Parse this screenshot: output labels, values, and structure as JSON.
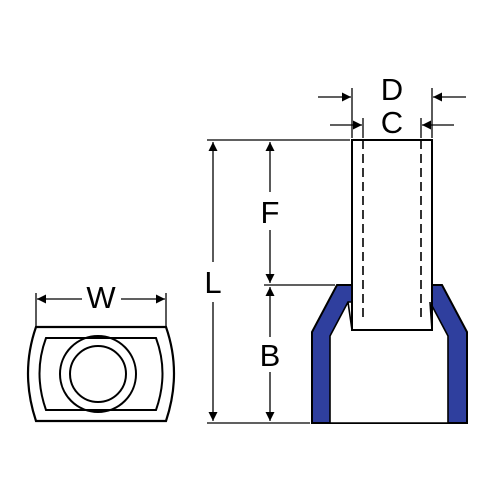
{
  "labels": {
    "D": "D",
    "C": "C",
    "F": "F",
    "L": "L",
    "B": "B",
    "W": "W"
  },
  "colors": {
    "insulation": "#2f3f9e",
    "outline": "#000000",
    "background": "#ffffff"
  }
}
